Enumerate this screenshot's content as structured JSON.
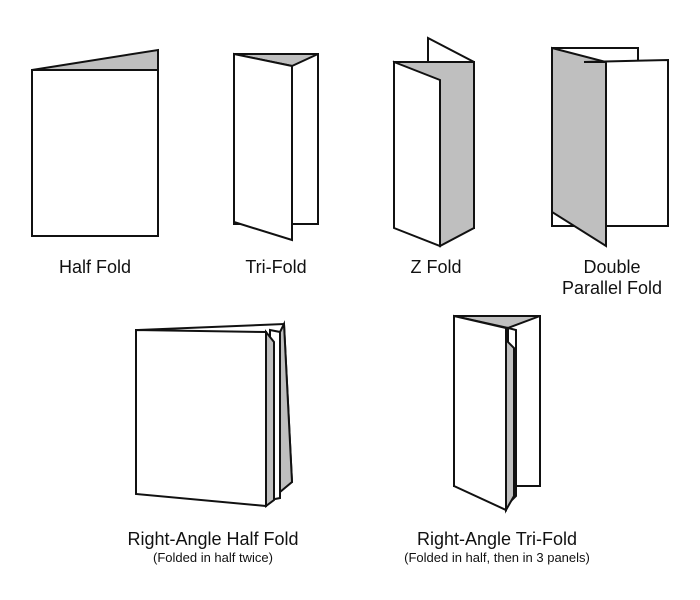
{
  "colors": {
    "paper": "#ffffff",
    "shadow": "#bfbfbf",
    "outline": "#111111"
  },
  "folds": [
    {
      "id": "half-fold",
      "label": "Half Fold"
    },
    {
      "id": "tri-fold",
      "label": "Tri-Fold"
    },
    {
      "id": "z-fold",
      "label": "Z Fold"
    },
    {
      "id": "double-parallel-fold",
      "label_line1": "Double",
      "label_line2": "Parallel Fold"
    },
    {
      "id": "right-angle-half-fold",
      "label": "Right-Angle Half Fold",
      "sublabel": "(Folded in half twice)"
    },
    {
      "id": "right-angle-tri-fold",
      "label": "Right-Angle Tri-Fold",
      "sublabel": "(Folded in half, then in 3 panels)"
    }
  ]
}
